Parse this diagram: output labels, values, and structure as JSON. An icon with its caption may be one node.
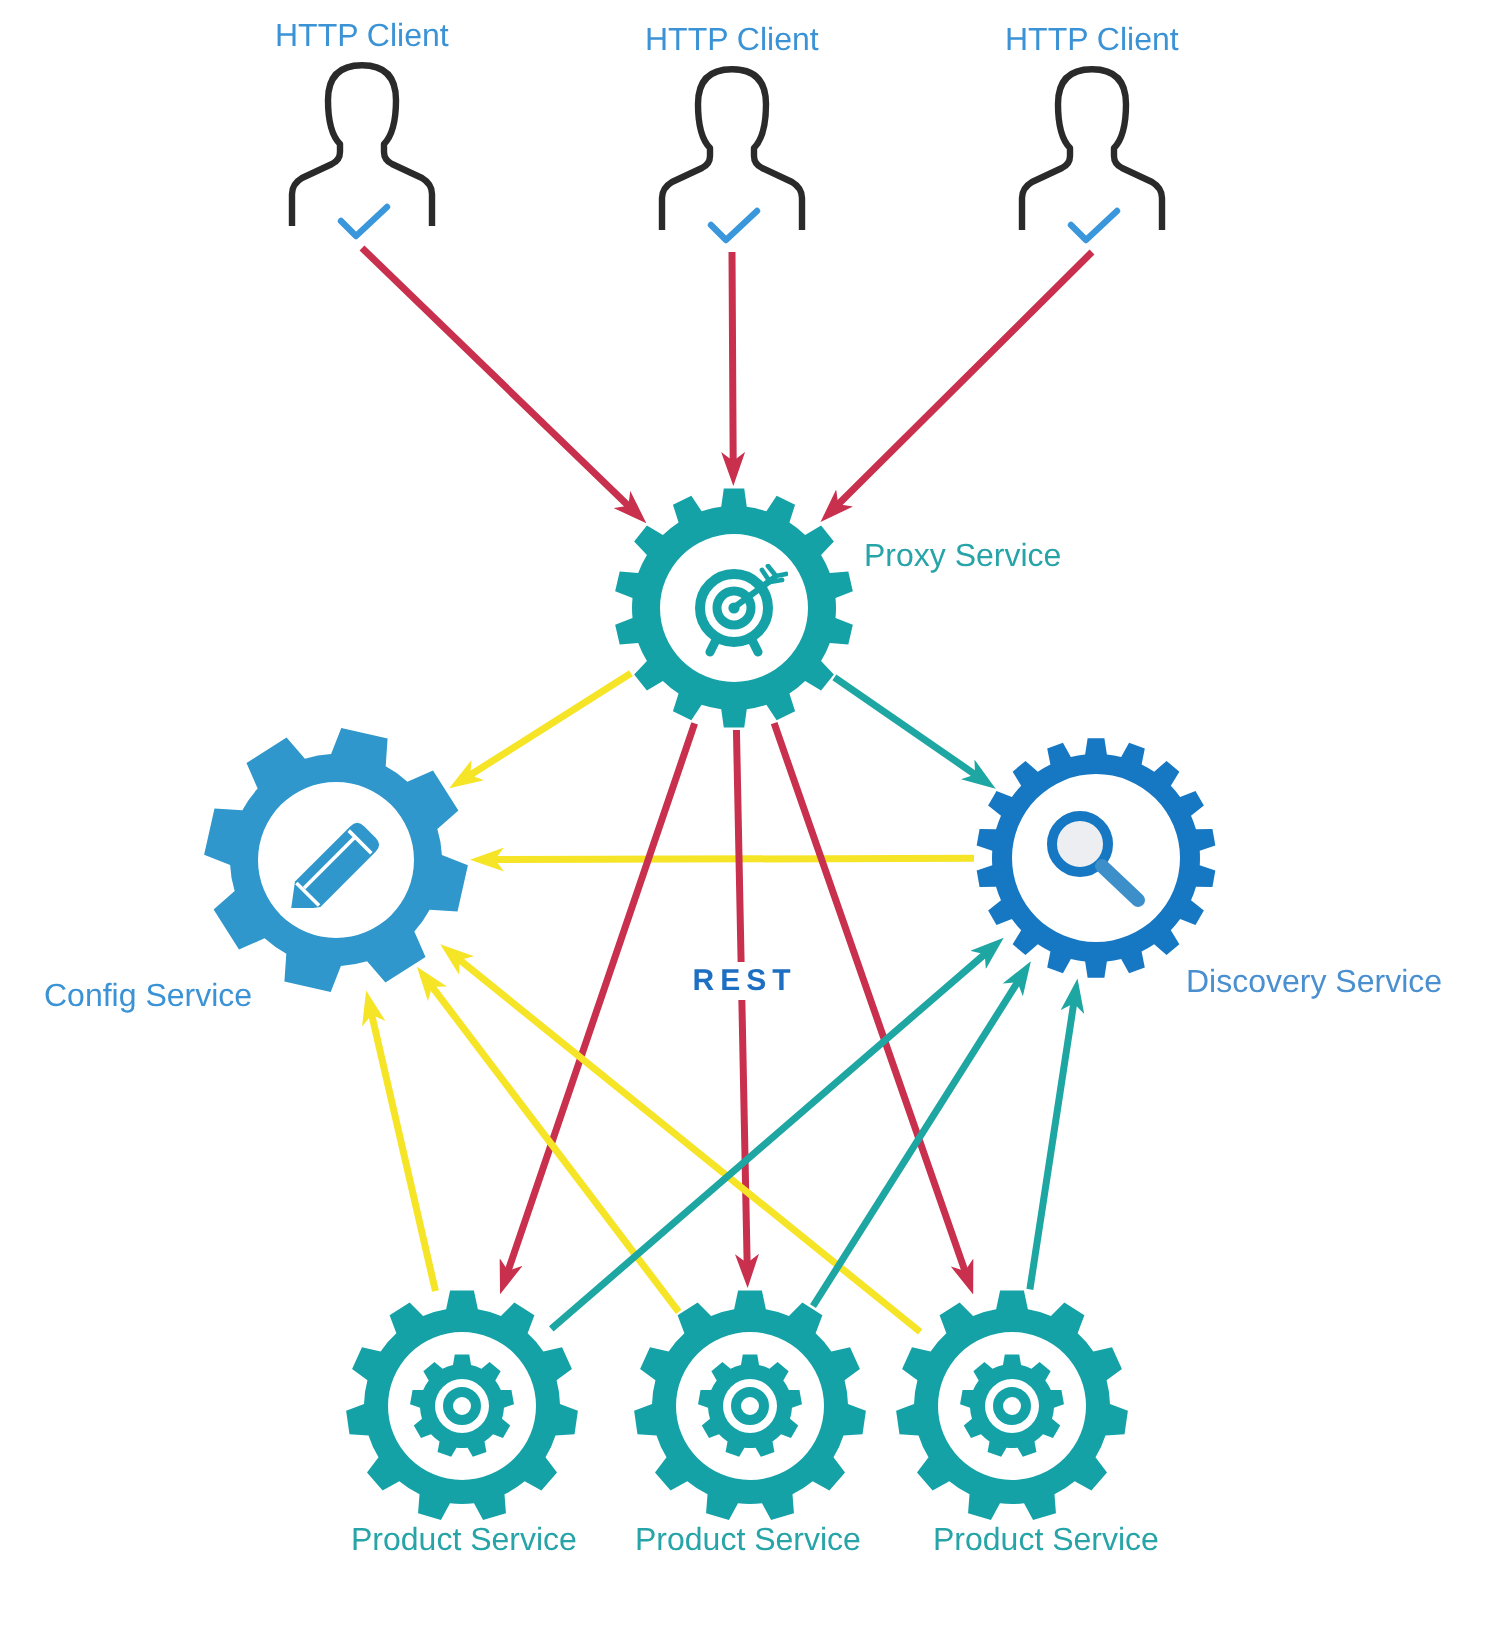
{
  "diagram": {
    "nodes": [
      {
        "text": [
          "HTTP Client"
        ]
      },
      {
        "text": [
          "HTTP Client"
        ]
      },
      {
        "text": [
          "HTTP Client"
        ]
      },
      {
        "text": [
          "Proxy Service"
        ]
      },
      {
        "text": [
          "Config Service"
        ]
      },
      {
        "text": [
          "Discovery Service"
        ]
      },
      {
        "text": [
          "Product Service"
        ]
      },
      {
        "text": [
          "Product Service"
        ]
      },
      {
        "text": [
          "Product Service"
        ]
      }
    ],
    "edges": [
      {
        "from": 0,
        "to": 3,
        "arrow": "to"
      },
      {
        "from": 1,
        "to": 3,
        "arrow": "to"
      },
      {
        "from": 2,
        "to": 3,
        "arrow": "to"
      },
      {
        "from": 3,
        "to": 4,
        "arrow": "to",
        "color": "#f6e427"
      },
      {
        "from": 3,
        "to": 5,
        "arrow": "to",
        "color": "#1ea6a3"
      },
      {
        "from": 5,
        "to": 4,
        "arrow": "to",
        "color": "#f6e427"
      },
      {
        "from": 3,
        "to": 6,
        "arrow": "to"
      },
      {
        "from": 3,
        "to": 7,
        "arrow": "to",
        "label": "REST"
      },
      {
        "from": 3,
        "to": 8,
        "arrow": "to"
      },
      {
        "from": 6,
        "to": 4,
        "arrow": "to",
        "color": "#f6e427"
      },
      {
        "from": 7,
        "to": 4,
        "arrow": "to",
        "color": "#f6e427"
      },
      {
        "from": 8,
        "to": 4,
        "arrow": "to",
        "color": "#f6e427"
      },
      {
        "from": 6,
        "to": 5,
        "arrow": "to",
        "color": "#1ea6a3"
      },
      {
        "from": 7,
        "to": 5,
        "arrow": "to",
        "color": "#1ea6a3"
      },
      {
        "from": 8,
        "to": 5,
        "arrow": "to",
        "color": "#1ea6a3"
      }
    ]
  }
}
